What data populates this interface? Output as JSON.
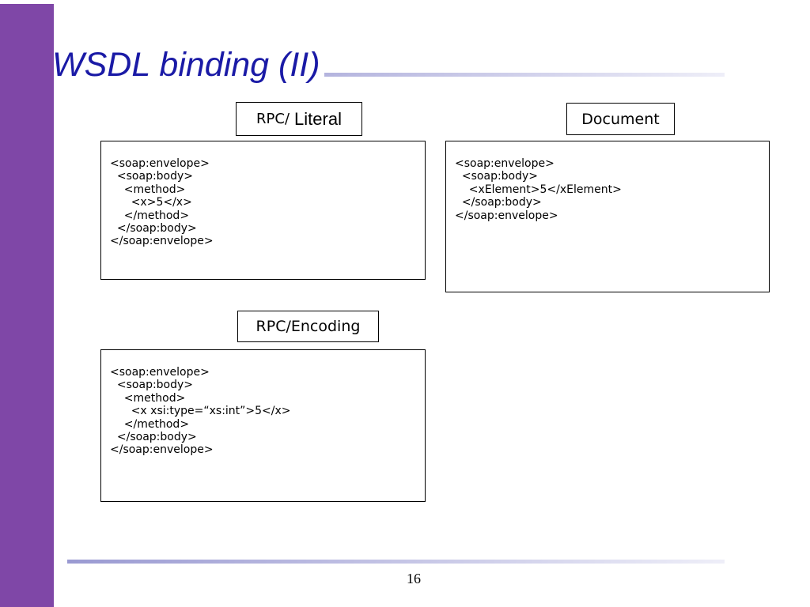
{
  "slide": {
    "title": "WSDL binding (II)",
    "page_number": "16"
  },
  "labels": {
    "rpc_literal_part1": "RPC/",
    "rpc_literal_part2": "Literal",
    "document": "Document",
    "rpc_encoding": "RPC/Encoding"
  },
  "code": {
    "rpc_literal": [
      "<soap:envelope>",
      "  <soap:body>",
      "    <method>",
      "      <x>5</x>",
      "    </method>",
      "  </soap:body>",
      "</soap:envelope>"
    ],
    "document": [
      "<soap:envelope>",
      "  <soap:body>",
      "    <xElement>5</xElement>",
      "  </soap:body>",
      "</soap:envelope>"
    ],
    "rpc_encoding": [
      "<soap:envelope>",
      "  <soap:body>",
      "    <method>",
      "      <x xsi:type=“xs:int”>5</x>",
      "    </method>",
      "  </soap:body>",
      "</soap:envelope>"
    ]
  },
  "colors": {
    "sidebar": "#7f47a7",
    "title": "#1a1aa6",
    "rule": "#b4b4de"
  }
}
